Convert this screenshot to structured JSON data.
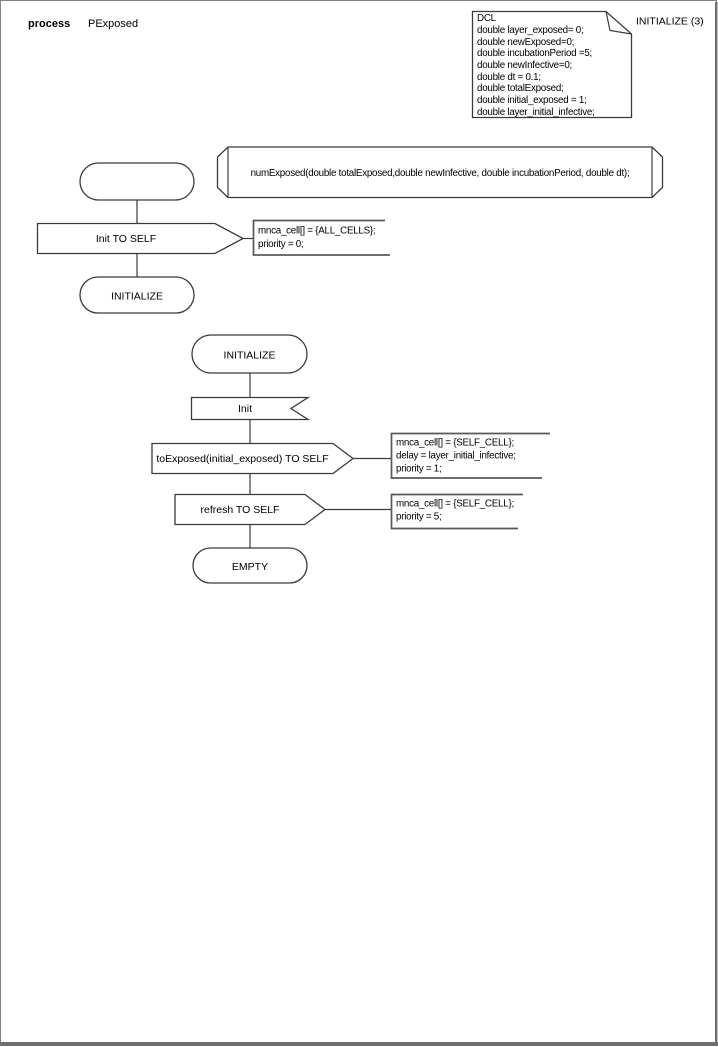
{
  "page": {
    "kind_label": "process",
    "name": "PExposed",
    "reference": "INITIALIZE (3)"
  },
  "dcl_box": {
    "lines": [
      "DCL",
      "double layer_exposed= 0;",
      "double newExposed=0;",
      "double incubationPeriod =5;",
      "double newInfective=0;",
      "double dt = 0.1;",
      "double totalExposed;",
      "double initial_exposed = 1;",
      "double layer_initial_infective;"
    ]
  },
  "procedure_declaration": {
    "text": "numExposed(double totalExposed,double newInfective, double incubationPeriod, double dt);"
  },
  "flow_start": {
    "output_label": "Init TO SELF",
    "comment_lines": [
      "mnca_cell[] = {ALL_CELLS};",
      "priority = 0;"
    ],
    "next_state_label": "INITIALIZE"
  },
  "flow_initialize": {
    "state_label": "INITIALIZE",
    "input_label": "Init",
    "output1_label": "toExposed(initial_exposed) TO SELF",
    "comment1_lines": [
      "mnca_cell[] = {SELF_CELL};",
      "delay = layer_initial_infective;",
      "priority = 1;"
    ],
    "output2_label": "refresh TO SELF",
    "comment2_lines": [
      "mnca_cell[] = {SELF_CELL};",
      "priority = 5;"
    ],
    "end_state_label": "EMPTY"
  },
  "colors": {
    "shape_stroke": "#3b3b3b",
    "comment_stroke": "#595959",
    "page_border": "#808080",
    "page_shadow": "#6e6e6e",
    "background": "#ffffff",
    "text": "#000000"
  }
}
